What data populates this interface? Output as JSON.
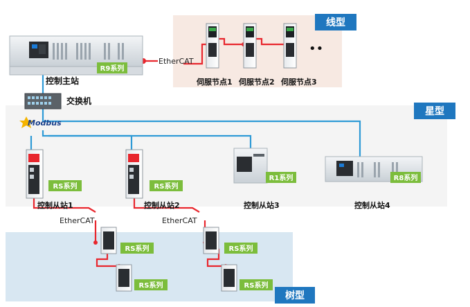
{
  "labels": {
    "linear": "线型",
    "star": "星型",
    "tree": "树型",
    "master": "控制主站",
    "switch": "交换机",
    "modbus": "Modbus",
    "ethercat": "EtherCAT",
    "servo1": "伺服节点1",
    "servo2": "伺服节点2",
    "servo3": "伺服节点3",
    "r9": "R9系列",
    "rs": "RS系列",
    "r1": "R1系列",
    "r8": "R8系列",
    "slave1": "控制从站1",
    "slave2": "控制从站2",
    "slave3": "控制从站3",
    "slave4": "控制从站4",
    "ellipsis": "••"
  },
  "colors": {
    "ethercat_line": "#e8262d",
    "modbus_line": "#2e9ad6",
    "series_badge": "#7cbd3c",
    "section_tab": "#1f77bf",
    "linear_bg": "#f7e9e2",
    "star_bg": "#f4f4f4",
    "tree_bg": "#d8e7f2"
  }
}
